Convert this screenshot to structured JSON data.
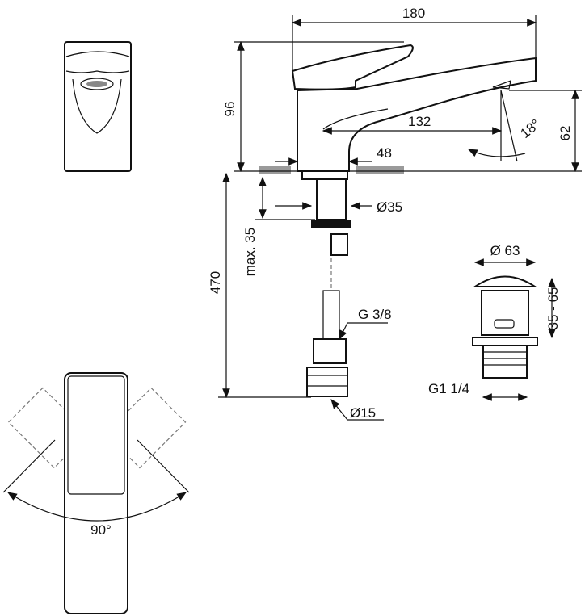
{
  "dimensions": {
    "width_total": "180",
    "height_spout": "96",
    "reach": "132",
    "angle_spray": "18°",
    "height_outlet": "62",
    "base_offset": "48",
    "base_diameter": "Ø35",
    "max_thickness": "max. 35",
    "hose_length": "470",
    "thread_connection": "G 3/8",
    "hose_diameter": "Ø15",
    "waste_diameter": "Ø 63",
    "waste_range": "35 - 65",
    "waste_thread": "G1 1/4",
    "lever_rotation": "90°"
  }
}
